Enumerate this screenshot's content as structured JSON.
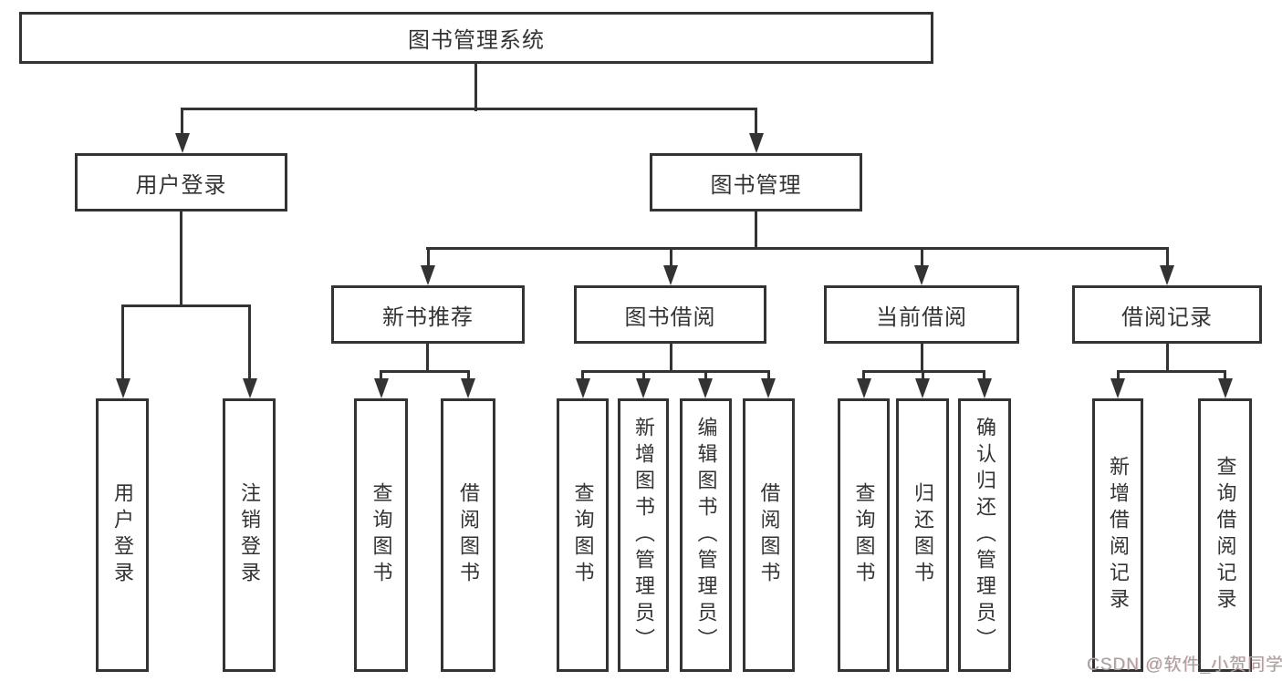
{
  "diagram": {
    "colors": {
      "line": "#333333",
      "box_background": "#ffffff",
      "text": "#333333",
      "watermark": "#a6a0a0"
    },
    "tree": {
      "label": "图书管理系统",
      "children": [
        {
          "label": "用户登录",
          "children": [
            {
              "label": "用户登录"
            },
            {
              "label": "注销登录"
            }
          ]
        },
        {
          "label": "图书管理",
          "children": [
            {
              "label": "新书推荐",
              "children": [
                {
                  "label": "查询图书"
                },
                {
                  "label": "借阅图书"
                }
              ]
            },
            {
              "label": "图书借阅",
              "children": [
                {
                  "label": "查询图书"
                },
                {
                  "label": "新增图书（管理员）"
                },
                {
                  "label": "编辑图书（管理员）"
                },
                {
                  "label": "借阅图书"
                }
              ]
            },
            {
              "label": "当前借阅",
              "children": [
                {
                  "label": "查询图书"
                },
                {
                  "label": "归还图书"
                },
                {
                  "label": "确认归还（管理员）"
                }
              ]
            },
            {
              "label": "借阅记录",
              "children": [
                {
                  "label": "新增借阅记录"
                },
                {
                  "label": "查询借阅记录"
                }
              ]
            }
          ]
        }
      ]
    }
  },
  "watermark": {
    "text": "CSDN @软件_小贺同学"
  }
}
